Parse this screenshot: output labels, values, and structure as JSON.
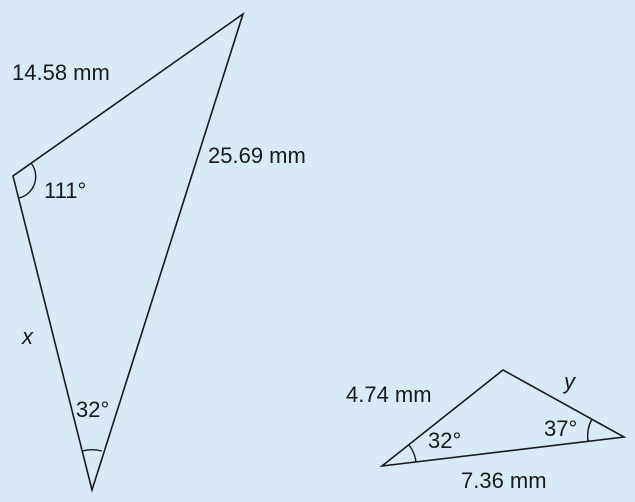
{
  "colors": {
    "background": "#d7eaf6",
    "ink": "#1a1a1a"
  },
  "large_triangle": {
    "side_top": "14.58 mm",
    "side_right": "25.69 mm",
    "side_left": "x",
    "angle_left": "111°",
    "angle_bottom": "32°"
  },
  "small_triangle": {
    "side_left": "4.74 mm",
    "side_right": "y",
    "side_bottom": "7.36 mm",
    "angle_left": "32°",
    "angle_right": "37°"
  }
}
